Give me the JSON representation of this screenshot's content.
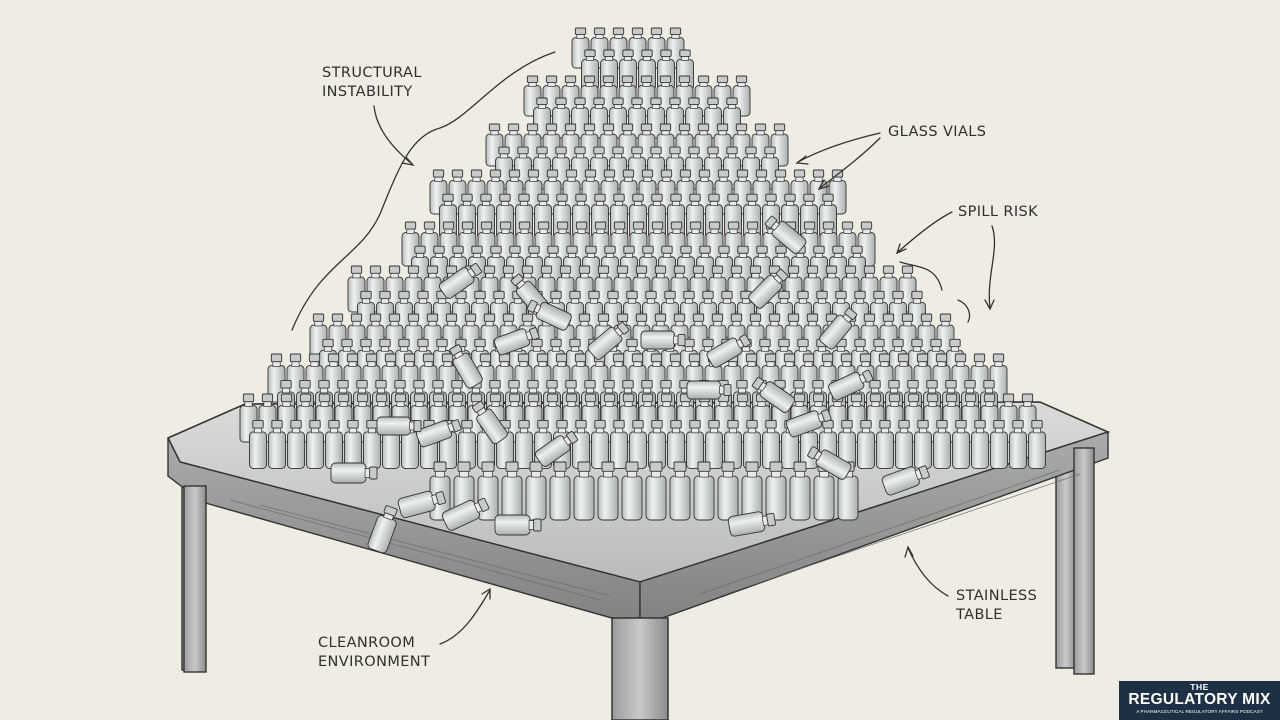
{
  "annotations": {
    "structural_instability": [
      "STRUCTURAL",
      "INSTABILITY"
    ],
    "glass_vials": [
      "GLASS VIALS"
    ],
    "spill_risk": [
      "SPILL RISK"
    ],
    "stainless_table": [
      "STAINLESS",
      "TABLE"
    ],
    "cleanroom_environment": [
      "CLEANROOM",
      "ENVIRONMENT"
    ]
  },
  "logo": {
    "line1": "THE",
    "line2": "REGULATORY MIX",
    "tagline": "A PHARMACEUTICAL REGULATORY AFFAIRS PODCAST"
  },
  "colors": {
    "paper": "#efece3",
    "ink": "#2f2f2f",
    "steel": "#c9cbc9",
    "glass": "#d8ddda",
    "logo_bg": "#1e3044"
  },
  "illustration": {
    "subject": "pyramid of stacked glass vials on a stainless table",
    "icons": [
      "vial-icon",
      "table-icon",
      "arrow-icon"
    ]
  }
}
